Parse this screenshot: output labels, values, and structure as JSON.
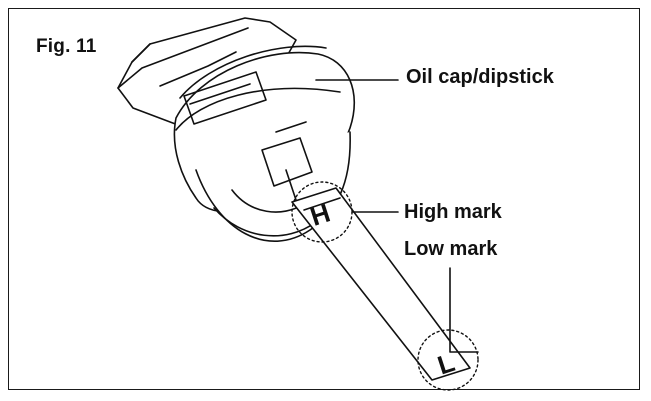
{
  "figure": {
    "label": "Fig. 11"
  },
  "callouts": {
    "oil_cap": "Oil cap/dipstick",
    "high_mark": "High mark",
    "low_mark": "Low mark"
  },
  "dipstick_marks": {
    "high_letter": "H",
    "low_letter": "L"
  },
  "colors": {
    "line": "#111111",
    "background": "#ffffff"
  }
}
